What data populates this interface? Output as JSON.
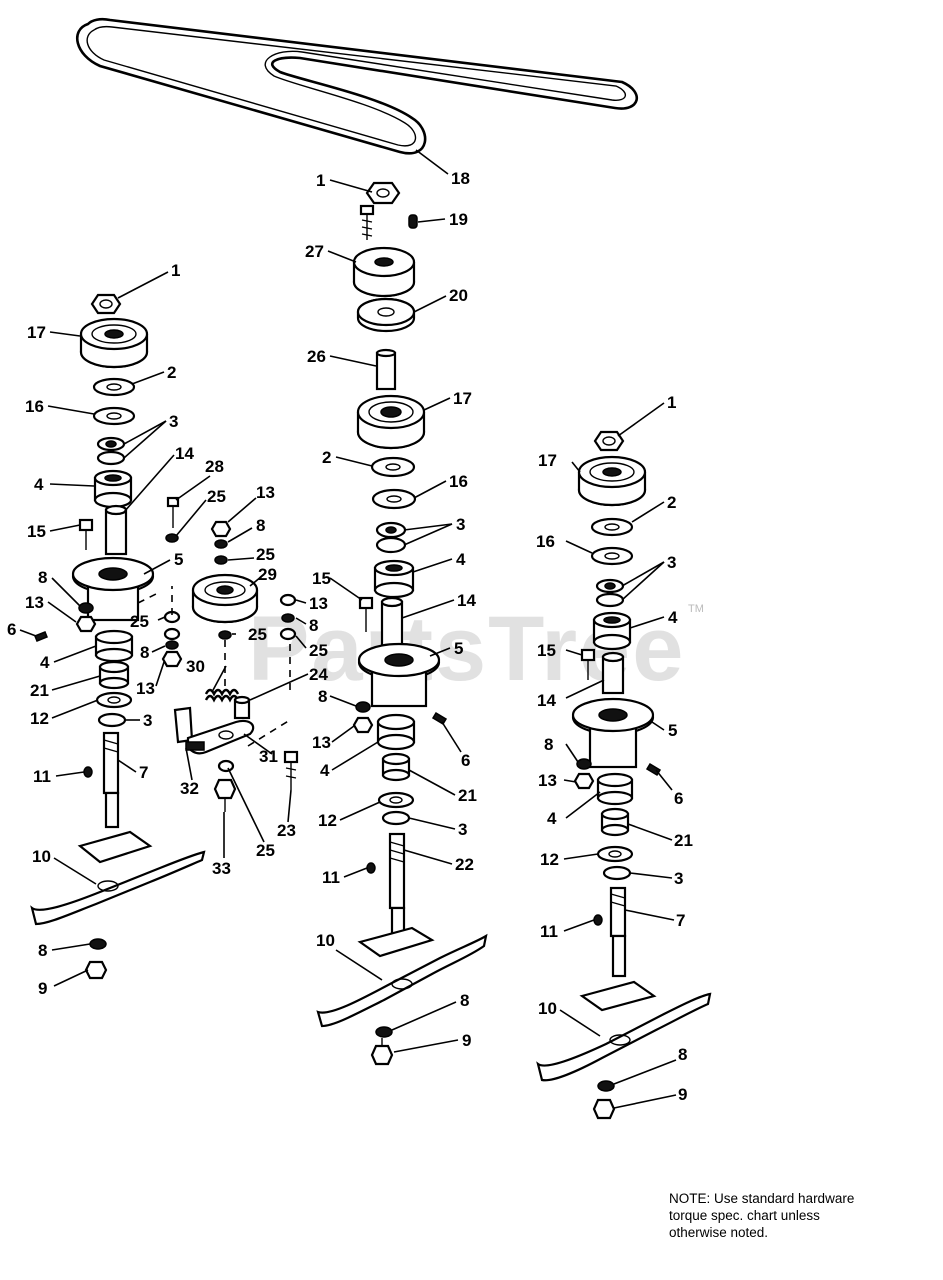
{
  "watermark": "PartsTree",
  "watermark_tm": "TM",
  "note": {
    "line1": "NOTE:  Use standard hardware",
    "line2": "torque spec. chart unless",
    "line3": "otherwise noted."
  },
  "callouts": {
    "belt": "18",
    "center": {
      "nut": "1",
      "bolt_fitting": "19",
      "upper_pulley": "27",
      "hub": "20",
      "spacer": "26",
      "pulley": "17",
      "washer": "2",
      "washer_b": "16",
      "bearing_cups": "3",
      "bearing": "4",
      "bolt": "15",
      "spacer_tube": "14",
      "housing": "5",
      "lock_washer": "8",
      "nut_small": "13",
      "grease_fitting": "6",
      "bearing_lower": "4",
      "spacer_lower": "21",
      "seal": "12",
      "cup_lower": "3",
      "key": "11",
      "spindle": "22",
      "blade": "10",
      "washer_blade": "8",
      "blade_bolt": "9"
    },
    "left": {
      "nut": "1",
      "pulley": "17",
      "washer": "2",
      "washer_b": "16",
      "bearing_cups": "3",
      "spacer_tube": "14",
      "bearing": "4",
      "bolt": "15",
      "housing": "5",
      "lock_washer": "8",
      "nut_small": "13",
      "grease_fitting": "6",
      "bearing_lower": "4",
      "spacer_lower": "21",
      "seal": "12",
      "cup_lower": "3",
      "key": "11",
      "spindle": "7",
      "blade": "10",
      "washer_blade": "8",
      "blade_bolt": "9"
    },
    "idler": {
      "bolt": "28",
      "washer_a": "25",
      "nut": "13",
      "lock_washer": "8",
      "washer_b": "25",
      "idler_pulley": "29",
      "nut_r": "13",
      "lock_washer_r": "8",
      "washer_r": "25",
      "washer_l": "25",
      "lock_washer_l": "8",
      "nut_l": "13",
      "washer_c": "25",
      "spring": "30",
      "bushing": "24",
      "bracket": "32",
      "arm": "31",
      "bolt_b": "23",
      "washer_d": "25",
      "nut_b": "33"
    },
    "right": {
      "nut": "1",
      "pulley": "17",
      "washer": "2",
      "washer_b": "16",
      "bearing_cups": "3",
      "bearing": "4",
      "bolt": "15",
      "spacer_tube": "14",
      "housing": "5",
      "lock_washer": "8",
      "grease_fitting": "6",
      "nut_small": "13",
      "bearing_lower": "4",
      "spacer_lower": "21",
      "seal": "12",
      "cup_lower": "3",
      "key": "11",
      "spindle": "7",
      "blade": "10",
      "washer_blade": "8",
      "blade_bolt": "9"
    }
  }
}
